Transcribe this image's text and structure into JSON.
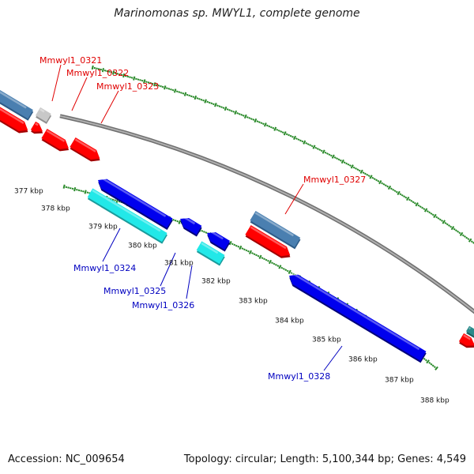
{
  "header": {
    "title": "Marinomonas sp. MWYL1, complete genome"
  },
  "footer": {
    "accession": "Accession: NC_009654",
    "summary": "Topology: circular; Length: 5,100,344 bp; Genes: 4,549"
  },
  "colors": {
    "forward_gene": "#ff0000",
    "reverse_gene": "#0000ee",
    "rna_gene": "#2a8a8a",
    "cyan_gene": "#22e8e8",
    "steelblue_gene": "#4a7fb0",
    "pseudo_gene": "#c8c8c8",
    "ticks": "#2a8a2a",
    "forward_label": "#e00000",
    "reverse_label": "#0000c0",
    "backbone": "#8a8a8a"
  },
  "kbp_labels": [
    "377 kbp",
    "378 kbp",
    "379 kbp",
    "380 kbp",
    "381 kbp",
    "382 kbp",
    "383 kbp",
    "384 kbp",
    "385 kbp",
    "386 kbp",
    "387 kbp",
    "388 kbp"
  ],
  "gene_labels": {
    "forward": [
      "Mmwyl1_0321",
      "Mmwyl1_0322",
      "Mmwyl1_0323",
      "Mmwyl1_0327"
    ],
    "reverse": [
      "Mmwyl1_0324",
      "Mmwyl1_0325",
      "Mmwyl1_0326",
      "Mmwyl1_0328"
    ]
  }
}
